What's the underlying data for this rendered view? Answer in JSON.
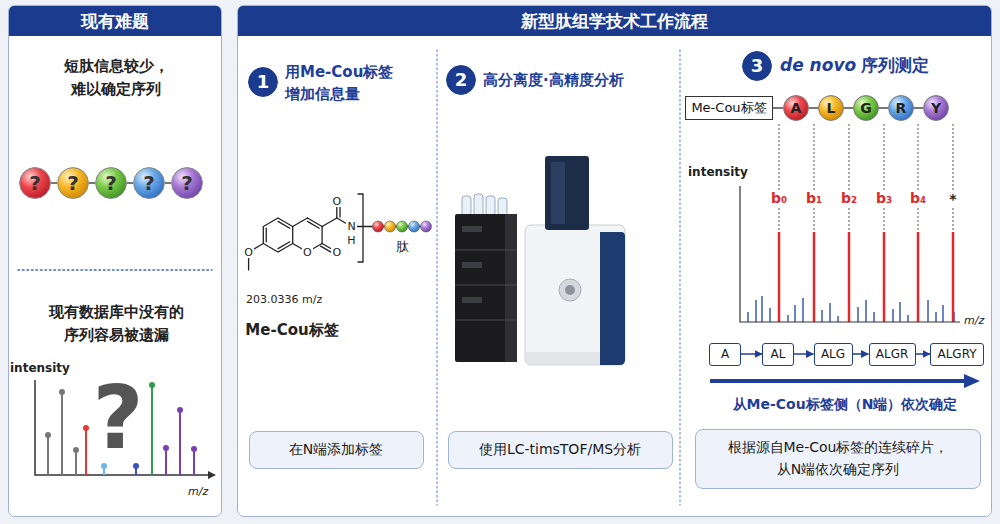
{
  "diagram": {
    "nodes": [
      {
        "text": [
          "现有难题",
          "短肽信息较少，难以确定序列",
          "现有数据库中没有的序列容易被遗漏"
        ]
      },
      {
        "text": [
          "?"
        ],
        "in": 0
      },
      {
        "text": [
          "?"
        ],
        "in": 0
      },
      {
        "text": [
          "?"
        ],
        "in": 0
      },
      {
        "text": [
          "?"
        ],
        "in": 0
      },
      {
        "text": [
          "?"
        ],
        "in": 0
      },
      {
        "text": [
          "新型肽组学技术工作流程"
        ]
      },
      {
        "text": [
          "1"
        ],
        "in": 6
      },
      {
        "text": [
          "在N端添加标签"
        ],
        "in": 6
      },
      {
        "text": [
          "2"
        ],
        "in": 6
      },
      {
        "text": [
          "使用LC-timsTOF/MS分析"
        ],
        "in": 6
      },
      {
        "text": [
          "3"
        ],
        "in": 6
      },
      {
        "text": [
          "Me-Cou标签"
        ],
        "in": 6
      },
      {
        "text": [
          "A"
        ],
        "in": 6
      },
      {
        "text": [
          "L"
        ],
        "in": 6
      },
      {
        "text": [
          "G"
        ],
        "in": 6
      },
      {
        "text": [
          "R"
        ],
        "in": 6
      },
      {
        "text": [
          "Y"
        ],
        "in": 6
      },
      {
        "text": [
          "A"
        ],
        "in": 6
      },
      {
        "text": [
          "AL"
        ],
        "in": 6
      },
      {
        "text": [
          "ALG"
        ],
        "in": 6
      },
      {
        "text": [
          "ALGR"
        ],
        "in": 6
      },
      {
        "text": [
          "ALGRY"
        ],
        "in": 6
      },
      {
        "text": [
          "根据源自Me-Cou标签的连续碎片，从N端依次确定序列"
        ],
        "in": 6
      }
    ],
    "edges": [
      {
        "from": 1,
        "to": 2,
        "arrow": "none"
      },
      {
        "from": 2,
        "to": 3,
        "arrow": "none"
      },
      {
        "from": 3,
        "to": 4,
        "arrow": "none"
      },
      {
        "from": 4,
        "to": 5,
        "arrow": "none"
      },
      {
        "from": 12,
        "to": 13,
        "arrow": "none"
      },
      {
        "from": 13,
        "to": 14,
        "arrow": "none"
      },
      {
        "from": 14,
        "to": 15,
        "arrow": "none"
      },
      {
        "from": 15,
        "to": 16,
        "arrow": "none"
      },
      {
        "from": 16,
        "to": 17,
        "arrow": "none"
      },
      {
        "from": 18,
        "to": 19,
        "arrow": "to"
      },
      {
        "from": 19,
        "to": 20,
        "arrow": "to"
      },
      {
        "from": 20,
        "to": 21,
        "arrow": "to"
      },
      {
        "from": 21,
        "to": 22,
        "arrow": "to"
      }
    ],
    "labels": [
      "intensity",
      "m/z",
      "?",
      "用Me-Cou标签增加信息量",
      "O",
      "O",
      "O",
      "O",
      "N",
      "H",
      "肽",
      "203.0336 m/z",
      "Me-Cou标签",
      "高分离度·高精度分析",
      "de novo",
      "序列测定",
      "intensity",
      "b₀",
      "b₁",
      "b₂",
      "b₃",
      "b₄",
      "*",
      "m/z",
      "从Me-Cou标签侧（N端）依次确定"
    ]
  }
}
